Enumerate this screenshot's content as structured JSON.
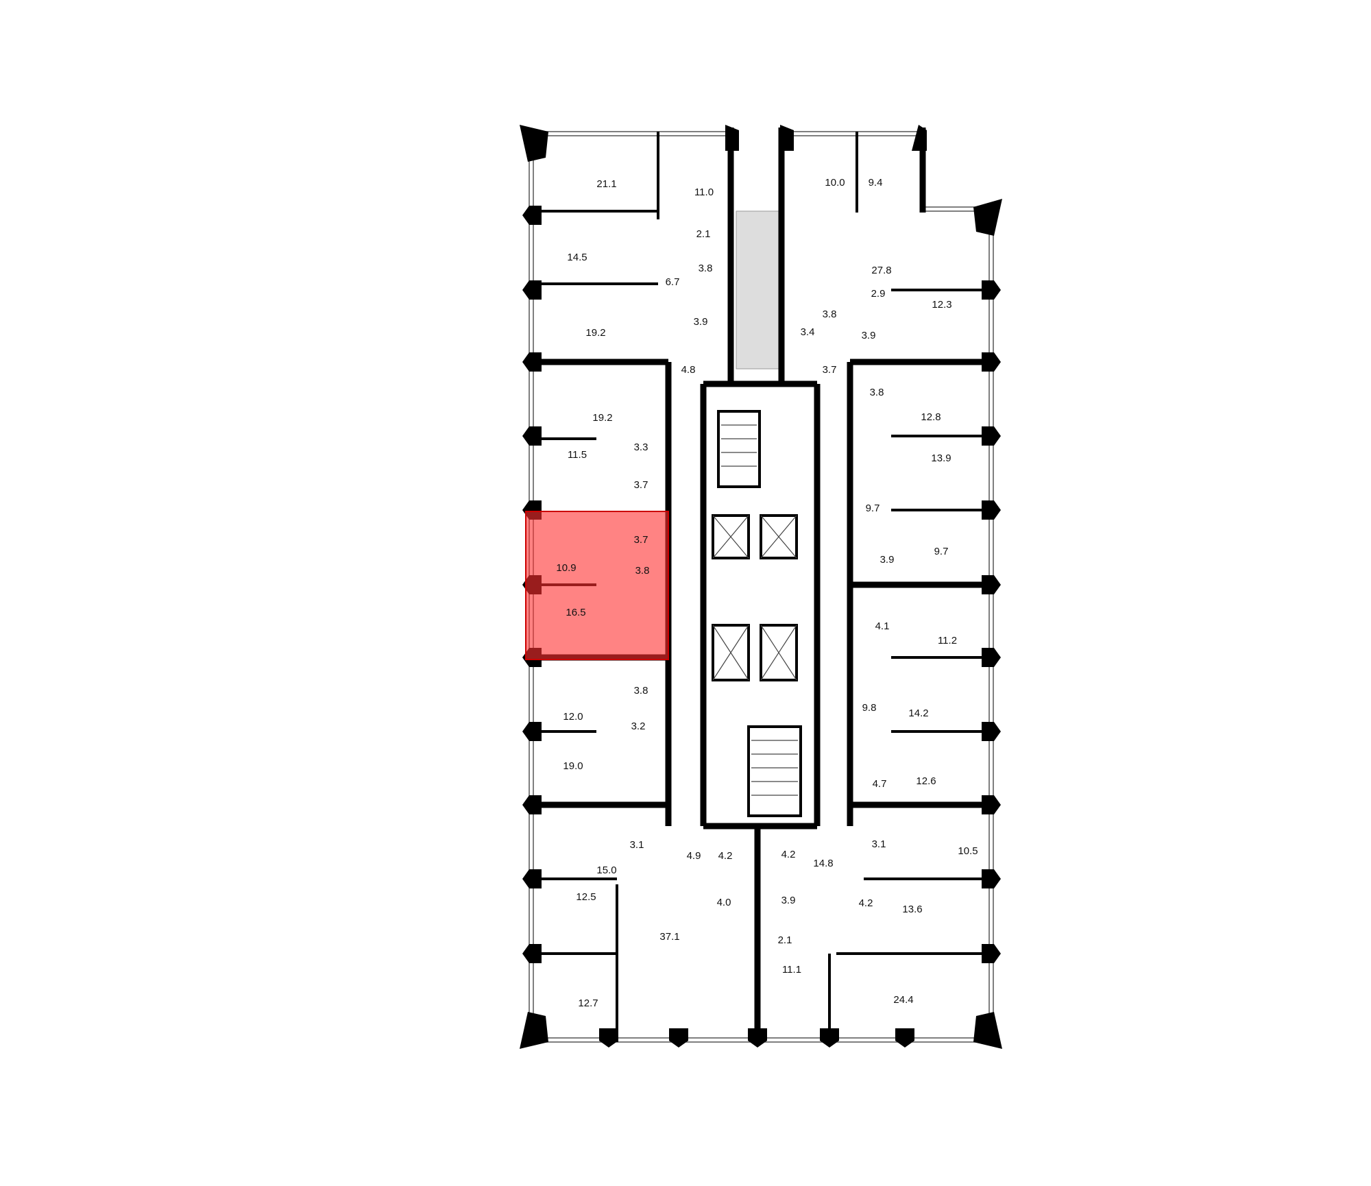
{
  "plan": {
    "highlight_color": "#ff5a5a",
    "highlight_border": "#cc0000",
    "rooms_left": [
      "21.1",
      "11.0",
      "14.5",
      "2.1",
      "3.8",
      "6.7",
      "19.2",
      "3.9",
      "4.8",
      "19.2",
      "3.3",
      "11.5",
      "3.7",
      "3.8",
      "12.0",
      "3.2",
      "19.0",
      "3.1",
      "15.0",
      "4.9",
      "4.2",
      "4.0",
      "12.5",
      "37.1",
      "12.7"
    ],
    "rooms_right": [
      "10.0",
      "9.4",
      "27.8",
      "2.9",
      "12.3",
      "3.8",
      "3.4",
      "3.9",
      "3.7",
      "3.8",
      "12.8",
      "13.9",
      "9.7",
      "3.9",
      "9.7",
      "4.1",
      "11.2",
      "9.8",
      "14.2",
      "4.7",
      "12.6",
      "3.1",
      "10.5",
      "14.8",
      "4.2",
      "4.2",
      "13.6",
      "3.9",
      "2.1",
      "11.1",
      "24.4"
    ],
    "selected_apartment": {
      "rooms": [
        "3.7",
        "10.9",
        "3.8",
        "16.5"
      ]
    }
  }
}
